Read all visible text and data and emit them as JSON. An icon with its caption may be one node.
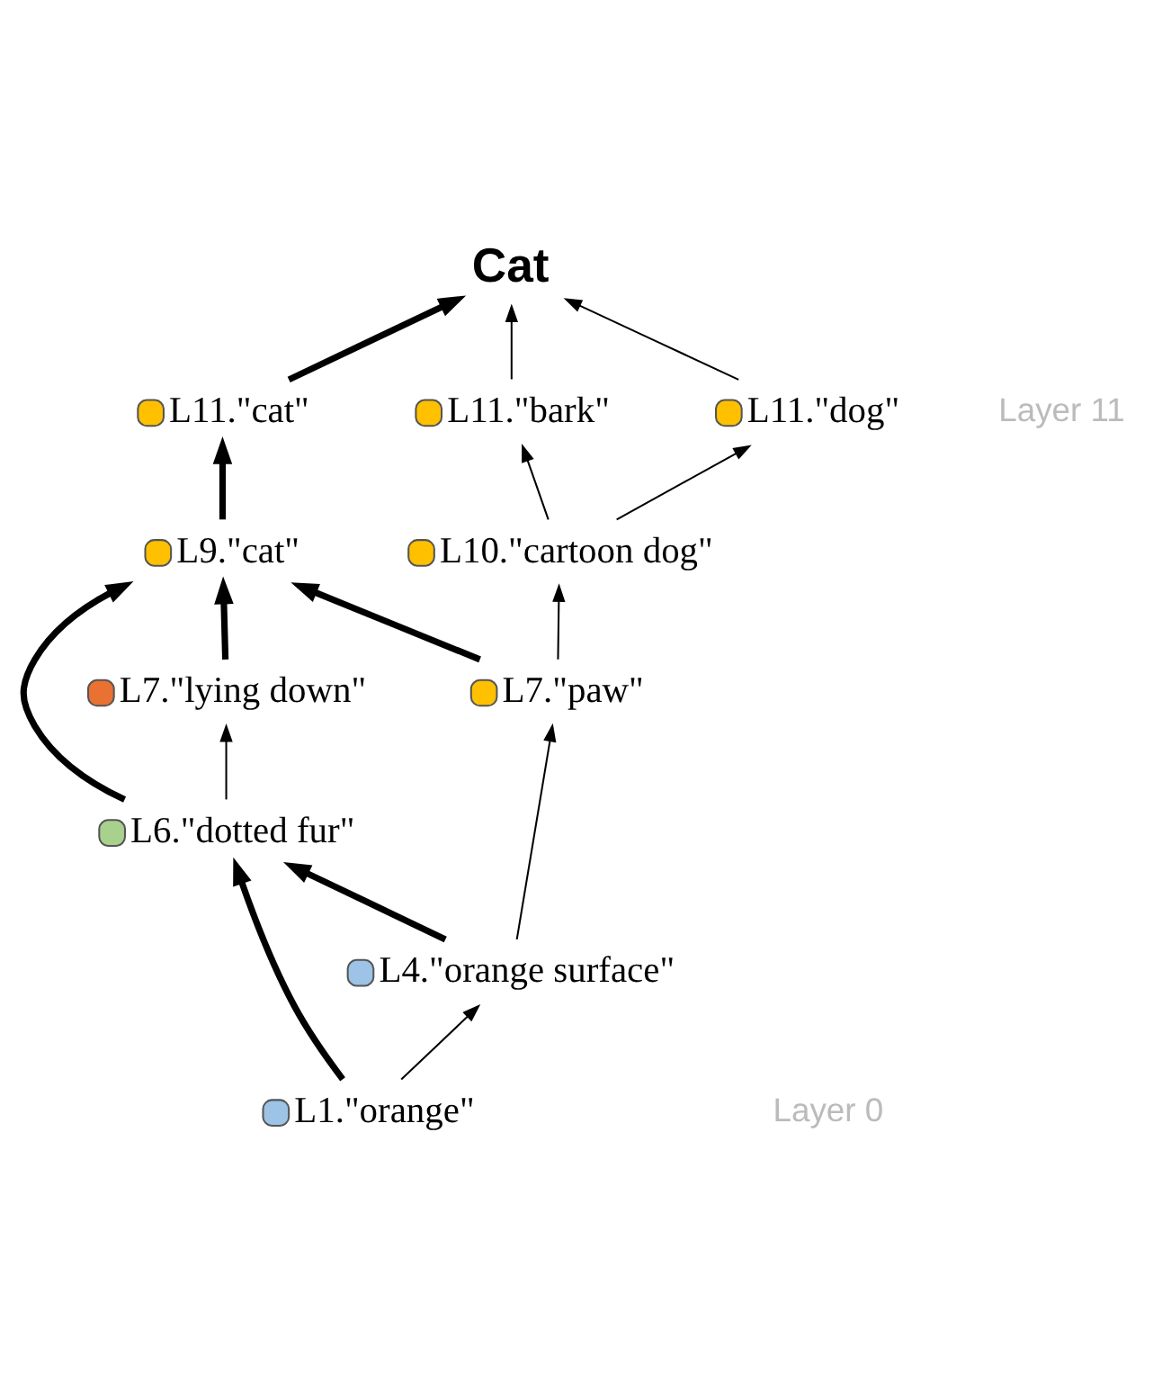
{
  "diagram": {
    "nodes": [
      {
        "text": [
          "Cat"
        ]
      },
      {
        "text": [
          "L11.\"bark\""
        ]
      },
      {
        "text": [
          "L11.\"dog\""
        ]
      },
      {
        "text": [
          "L11.\"cat\""
        ]
      },
      {
        "text": [
          "L10.\"cartoon dog\""
        ]
      },
      {
        "text": [
          "L9.\"cat\""
        ]
      },
      {
        "text": [
          "L7.\"paw\""
        ]
      },
      {
        "text": [
          "L7.\"lying down\""
        ]
      },
      {
        "text": [
          "L6.\"dotted fur\""
        ]
      },
      {
        "text": [
          "L4.\"orange surface\""
        ]
      },
      {
        "text": [
          "L1.\"orange\""
        ]
      }
    ],
    "edges": [
      {
        "from": 1,
        "to": 0,
        "arrow": "to"
      },
      {
        "from": 2,
        "to": 0,
        "arrow": "to"
      },
      {
        "from": 3,
        "to": 0,
        "arrow": "to",
        "style": "thick"
      },
      {
        "from": 4,
        "to": 1,
        "arrow": "to"
      },
      {
        "from": 4,
        "to": 2,
        "arrow": "to"
      },
      {
        "from": 5,
        "to": 3,
        "arrow": "to",
        "style": "thick"
      },
      {
        "from": 6,
        "to": 4,
        "arrow": "to"
      },
      {
        "from": 6,
        "to": 5,
        "arrow": "to",
        "style": "thick"
      },
      {
        "from": 7,
        "to": 5,
        "arrow": "to",
        "style": "thick"
      },
      {
        "from": 8,
        "to": 5,
        "arrow": "to",
        "style": "thick"
      },
      {
        "from": 8,
        "to": 7,
        "arrow": "to"
      },
      {
        "from": 9,
        "to": 6,
        "arrow": "to"
      },
      {
        "from": 9,
        "to": 8,
        "arrow": "to",
        "style": "thick"
      },
      {
        "from": 10,
        "to": 9,
        "arrow": "to"
      },
      {
        "from": 10,
        "to": 8,
        "arrow": "to",
        "style": "thick"
      }
    ],
    "labels": [
      "Layer 11",
      "Layer 0"
    ]
  }
}
